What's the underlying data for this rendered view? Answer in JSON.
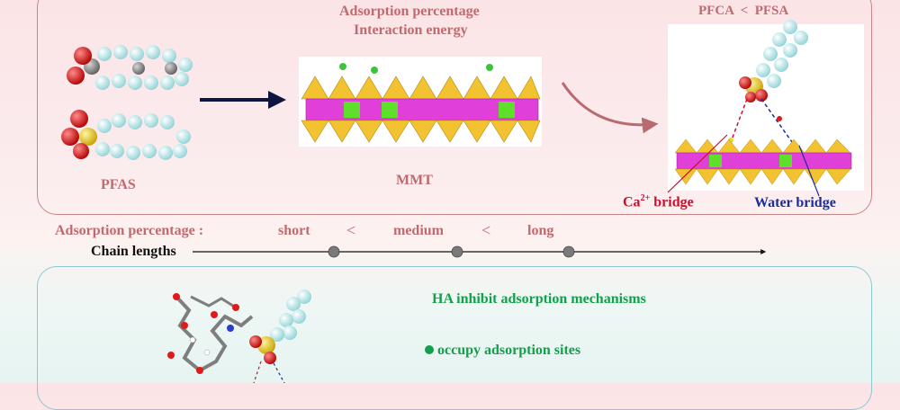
{
  "top_panel": {
    "header_line1": "Adsorption percentage",
    "header_line2": "Interaction energy",
    "pfas_label": "PFAS",
    "mmt_label": "MMT",
    "comparison": "PFCA  <  PFSA",
    "ca_bridge_base": "Ca",
    "ca_bridge_sup": "2+",
    "ca_bridge_rest": " bridge",
    "water_bridge": "Water bridge"
  },
  "chain_axis": {
    "title": "Adsorption percentage :",
    "short": "short",
    "lt1": "<",
    "medium": "medium",
    "lt2": "<",
    "long": "long",
    "axis_label": "Chain lengths"
  },
  "bottom_panel": {
    "title": "HA inhibit adsorption mechanisms",
    "bullet1": "occupy adsorption sites"
  },
  "colors": {
    "rose_text": "#c06a6f",
    "ca_red": "#c8102e",
    "water_blue": "#1b2c9e",
    "green_text": "#12a04a",
    "silica_yellow": "#f2c230",
    "octahedral_magenta": "#e040d8",
    "substituted_green": "#5ee02a",
    "fluorine_cyan": "#b9ecec",
    "oxygen_red": "#e01919",
    "sulfur_yellow": "#f0d12a",
    "carbon_gray": "#8a8a8a"
  }
}
